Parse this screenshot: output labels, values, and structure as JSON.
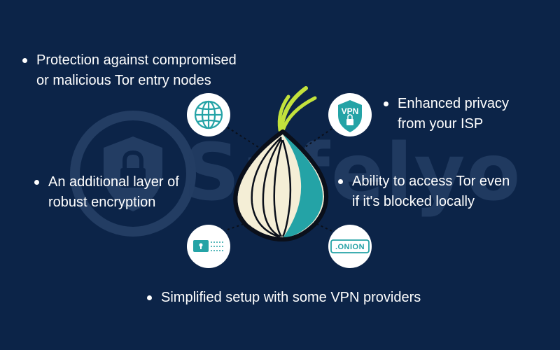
{
  "bullets": [
    {
      "text": "Protection against compromised\nor malicious Tor entry nodes"
    },
    {
      "text": "Enhanced privacy\nfrom your ISP"
    },
    {
      "text": "An additional layer of\nrobust encryption"
    },
    {
      "text": "Ability to access Tor even\nif it's blocked locally"
    },
    {
      "text": "Simplified setup with some VPN providers"
    }
  ],
  "icons": {
    "vpn_label": "VPN",
    "onion_label": ".ONION"
  },
  "watermark": {
    "text": "Safelyo"
  },
  "colors": {
    "background": "#0c2448",
    "accent_teal": "#24a3a6",
    "bullet_text": "#ffffff",
    "circle_fill": "#ffffff",
    "onion_cream": "#f4eed6",
    "sprout_green": "#c3e23c",
    "watermark": "#233d63"
  }
}
